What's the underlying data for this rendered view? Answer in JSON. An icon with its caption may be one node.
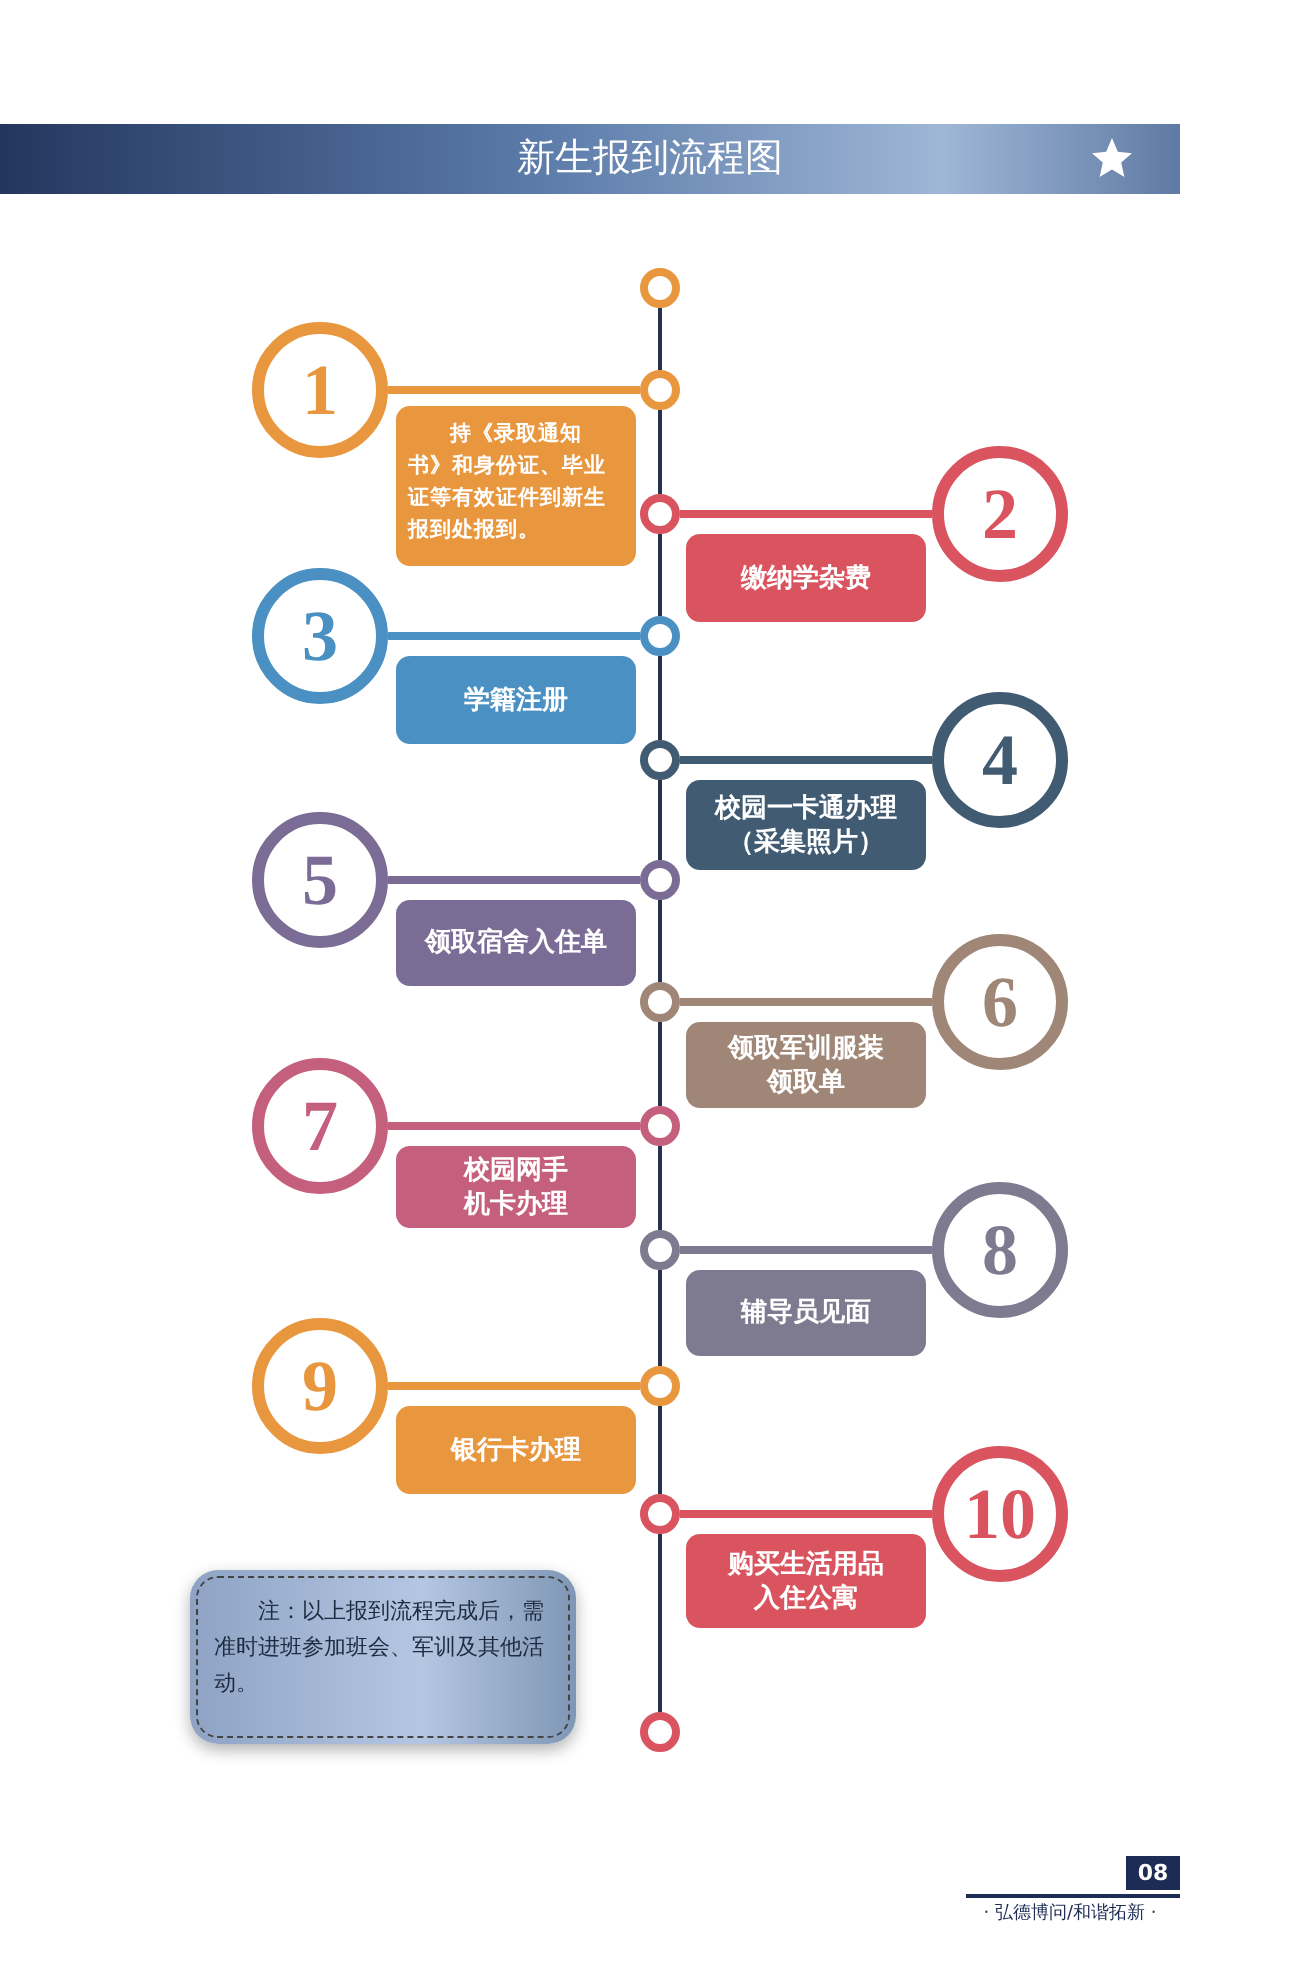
{
  "diagram": {
    "title": "新生报到流程图",
    "nodes": [
      {
        "text": [],
        "shape": "circle"
      },
      {
        "text": [
          "1"
        ]
      },
      {
        "text": [
          "持《录取通知书》和身份证、毕业证等有效证件到新生报到处报到。"
        ]
      },
      {
        "text": [],
        "shape": "circle"
      },
      {
        "text": [
          "2"
        ]
      },
      {
        "text": [
          "缴纳学杂费"
        ]
      },
      {
        "text": [],
        "shape": "circle"
      },
      {
        "text": [
          "3"
        ]
      },
      {
        "text": [
          "学籍注册"
        ]
      },
      {
        "text": [],
        "shape": "circle"
      },
      {
        "text": [
          "4"
        ]
      },
      {
        "text": [
          "校园一卡通办理（采集照片）"
        ]
      },
      {
        "text": [],
        "shape": "circle"
      },
      {
        "text": [
          "5"
        ]
      },
      {
        "text": [
          "领取宿舍入住单"
        ]
      },
      {
        "text": [],
        "shape": "circle"
      },
      {
        "text": [
          "6"
        ]
      },
      {
        "text": [
          "领取军训服装领取单"
        ]
      },
      {
        "text": [],
        "shape": "circle"
      },
      {
        "text": [
          "7"
        ]
      },
      {
        "text": [
          "校园网手机卡办理"
        ]
      },
      {
        "text": [],
        "shape": "circle"
      },
      {
        "text": [
          "8"
        ]
      },
      {
        "text": [
          "辅导员见面"
        ]
      },
      {
        "text": [],
        "shape": "circle"
      },
      {
        "text": [
          "9"
        ]
      },
      {
        "text": [
          "银行卡办理"
        ]
      },
      {
        "text": [],
        "shape": "circle"
      },
      {
        "text": [
          "10"
        ]
      },
      {
        "text": [
          "购买生活用品入住公寓"
        ]
      },
      {
        "text": [],
        "shape": "circle"
      },
      {
        "text": [],
        "shape": "circle"
      },
      {
        "text": [
          "注：以上报到流程完成后，需准时进班参加班会、军训及其他活动。"
        ]
      }
    ],
    "edges": [
      {
        "from": 0,
        "to": 3,
        "arrow": "none"
      },
      {
        "from": 1,
        "to": 3,
        "arrow": "none",
        "style": "thick",
        "color": "#e8973f"
      },
      {
        "from": 3,
        "to": 6,
        "arrow": "none"
      },
      {
        "from": 4,
        "to": 6,
        "arrow": "none",
        "style": "thick",
        "color": "#d9545f"
      },
      {
        "from": 6,
        "to": 9,
        "arrow": "none"
      },
      {
        "from": 7,
        "to": 9,
        "arrow": "none",
        "style": "thick",
        "color": "#4a90c2"
      },
      {
        "from": 9,
        "to": 12,
        "arrow": "none"
      },
      {
        "from": 10,
        "to": 12,
        "arrow": "none",
        "style": "thick",
        "color": "#415b73"
      },
      {
        "from": 12,
        "to": 15,
        "arrow": "none"
      },
      {
        "from": 13,
        "to": 15,
        "arrow": "none",
        "style": "thick",
        "color": "#7b6c96"
      },
      {
        "from": 15,
        "to": 18,
        "arrow": "none"
      },
      {
        "from": 16,
        "to": 18,
        "arrow": "none",
        "style": "thick",
        "color": "#a08676"
      },
      {
        "from": 18,
        "to": 21,
        "arrow": "none"
      },
      {
        "from": 19,
        "to": 21,
        "arrow": "none",
        "style": "thick",
        "color": "#c4607e"
      },
      {
        "from": 21,
        "to": 24,
        "arrow": "none"
      },
      {
        "from": 22,
        "to": 24,
        "arrow": "none",
        "style": "thick",
        "color": "#7e7a90"
      },
      {
        "from": 24,
        "to": 27,
        "arrow": "none"
      },
      {
        "from": 25,
        "to": 27,
        "arrow": "none",
        "style": "thick",
        "color": "#e8973f"
      },
      {
        "from": 27,
        "to": 30,
        "arrow": "none"
      },
      {
        "from": 28,
        "to": 30,
        "arrow": "none",
        "style": "thick",
        "color": "#d9545f"
      },
      {
        "from": 30,
        "to": 31,
        "arrow": "none"
      }
    ],
    "labels": [
      "08",
      "· 弘德博问/和谐拓新 ·"
    ]
  }
}
